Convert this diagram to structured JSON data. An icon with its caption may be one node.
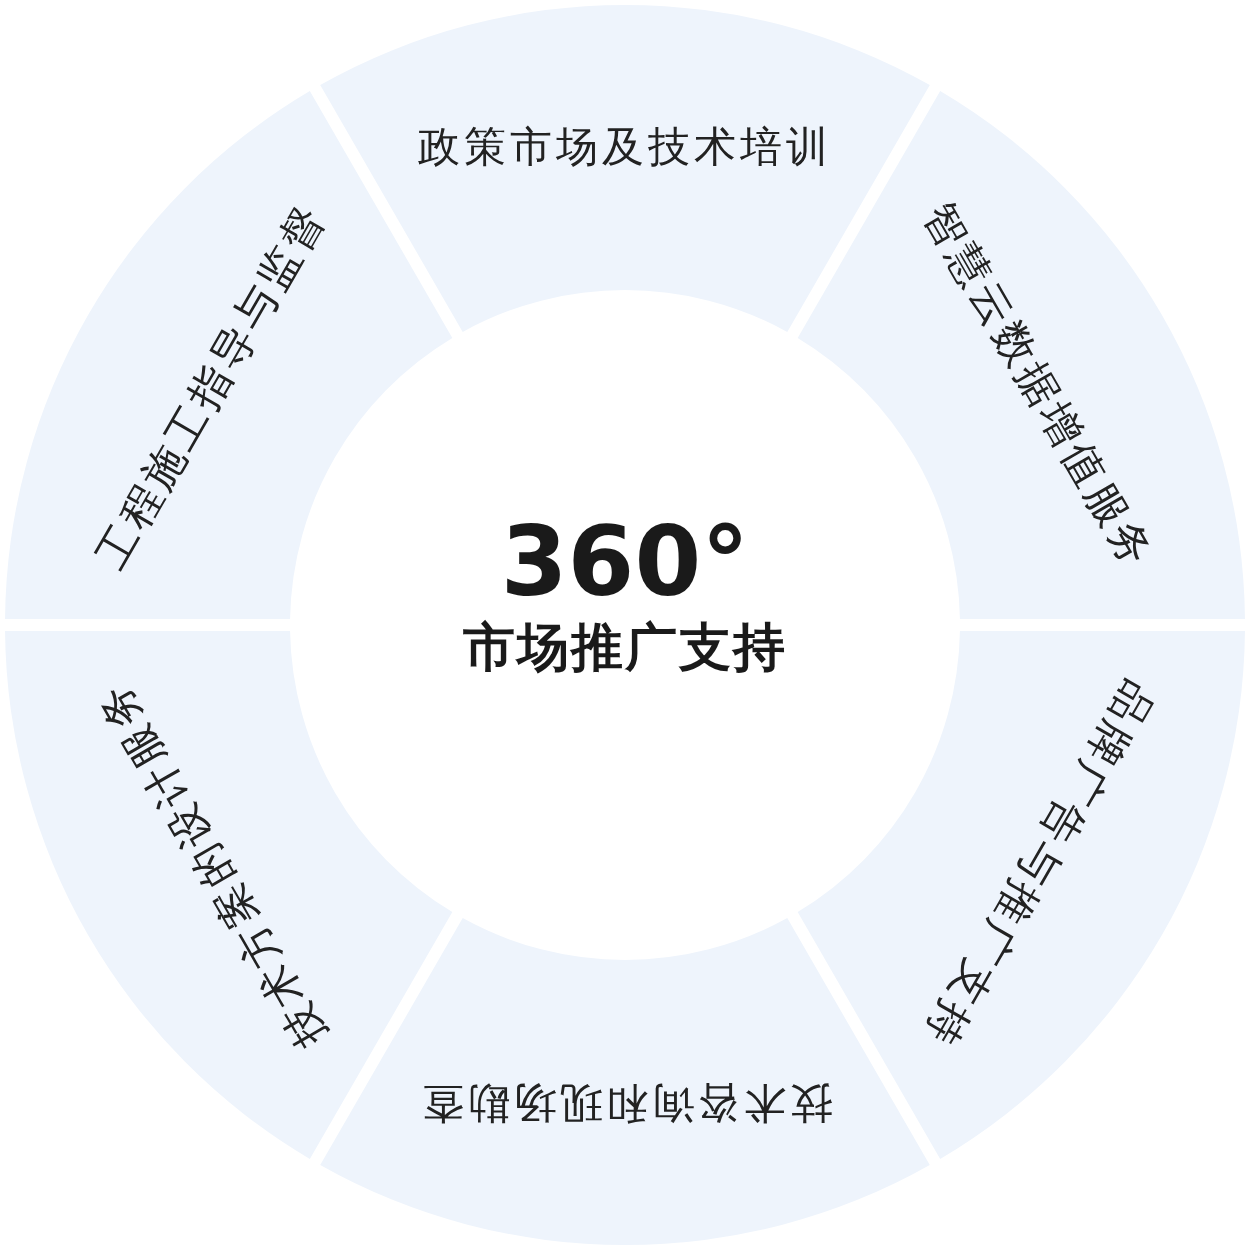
{
  "diagram": {
    "nodes": [
      {
        "text": [
          "360°",
          "市场推广支持"
        ]
      },
      {
        "text": [
          "政策市场及技术培训"
        ]
      },
      {
        "text": [
          "智慧云数据增值服务"
        ]
      },
      {
        "text": [
          "品牌广告与推广支持"
        ]
      },
      {
        "text": [
          "技术咨询和现场勘查"
        ]
      },
      {
        "text": [
          "技术方案的设计服务"
        ]
      },
      {
        "text": [
          "工程施工指导与监督"
        ]
      }
    ]
  }
}
